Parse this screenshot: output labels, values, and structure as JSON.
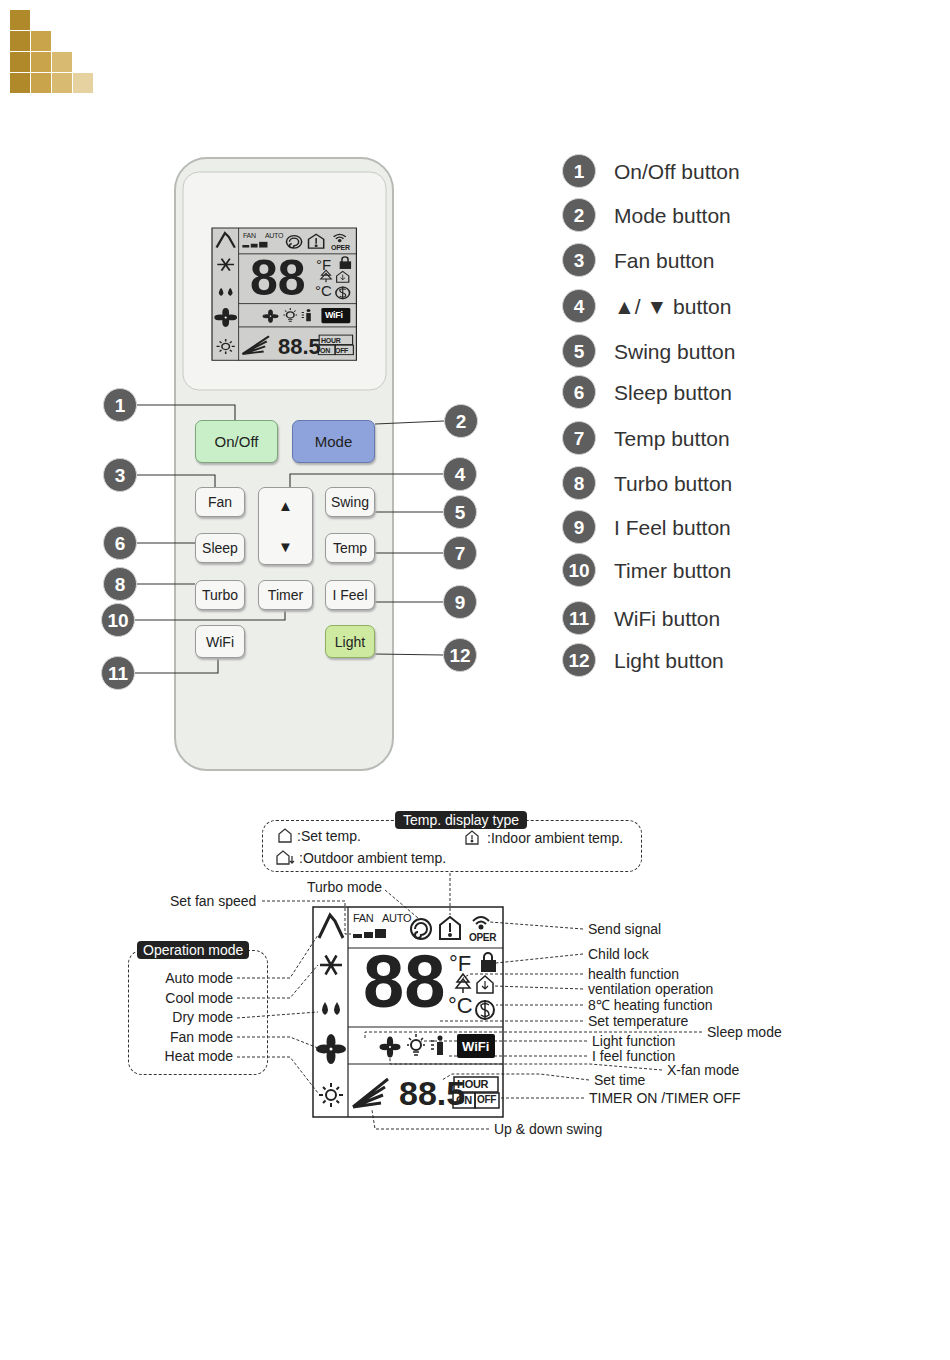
{
  "diagram": {
    "nodes": [
      {
        "text": [
          "On/Off"
        ]
      },
      {
        "text": [
          "Mode"
        ]
      },
      {
        "text": [
          "Fan"
        ]
      },
      {
        "text": [
          "▲",
          "▼"
        ]
      },
      {
        "text": [
          "Swing"
        ]
      },
      {
        "text": [
          "Sleep"
        ]
      },
      {
        "text": [
          "Temp"
        ]
      },
      {
        "text": [
          "Turbo"
        ]
      },
      {
        "text": [
          "Timer"
        ]
      },
      {
        "text": [
          "I Feel"
        ]
      },
      {
        "text": [
          "WiFi"
        ]
      },
      {
        "text": [
          "Light"
        ]
      },
      {
        "text": [
          "1"
        ]
      },
      {
        "text": [
          "2"
        ]
      },
      {
        "text": [
          "3"
        ]
      },
      {
        "text": [
          "4"
        ]
      },
      {
        "text": [
          "5"
        ]
      },
      {
        "text": [
          "6"
        ]
      },
      {
        "text": [
          "7"
        ]
      },
      {
        "text": [
          "8"
        ]
      },
      {
        "text": [
          "9"
        ]
      },
      {
        "text": [
          "10"
        ]
      },
      {
        "text": [
          "11"
        ]
      },
      {
        "text": [
          "12"
        ]
      },
      {
        "text": [
          "1",
          "On/Off button"
        ]
      },
      {
        "text": [
          "2",
          "Mode button"
        ]
      },
      {
        "text": [
          "3",
          "Fan button"
        ]
      },
      {
        "text": [
          "4",
          "▲/ ▼ button"
        ]
      },
      {
        "text": [
          "5",
          "Swing button"
        ]
      },
      {
        "text": [
          "6",
          "Sleep button"
        ]
      },
      {
        "text": [
          "7",
          "Temp button"
        ]
      },
      {
        "text": [
          "8",
          "Turbo button"
        ]
      },
      {
        "text": [
          "9",
          "I Feel button"
        ]
      },
      {
        "text": [
          "10",
          "Timer button"
        ]
      },
      {
        "text": [
          "11",
          "WiFi button"
        ]
      },
      {
        "text": [
          "12",
          "Light button"
        ]
      },
      {
        "text": [
          "Temp. display type",
          ":Set temp.",
          ":Indoor ambient temp.",
          ":Outdoor ambient temp."
        ]
      },
      {
        "text": [
          "Operation mode",
          "Auto mode",
          "Cool mode",
          "Dry mode",
          "Fan mode",
          "Heat mode"
        ]
      }
    ],
    "edges": [
      {
        "from": 12,
        "to": 0,
        "arrow": "none"
      },
      {
        "from": 13,
        "to": 1,
        "arrow": "none"
      },
      {
        "from": 14,
        "to": 2,
        "arrow": "none"
      },
      {
        "from": 15,
        "to": 3,
        "arrow": "none"
      },
      {
        "from": 16,
        "to": 4,
        "arrow": "none"
      },
      {
        "from": 17,
        "to": 5,
        "arrow": "none"
      },
      {
        "from": 18,
        "to": 6,
        "arrow": "none"
      },
      {
        "from": 19,
        "to": 7,
        "arrow": "none"
      },
      {
        "from": 20,
        "to": 9,
        "arrow": "none"
      },
      {
        "from": 21,
        "to": 8,
        "arrow": "none"
      },
      {
        "from": 22,
        "to": 10,
        "arrow": "none"
      },
      {
        "from": 23,
        "to": 11,
        "arrow": "none"
      }
    ],
    "labels": [
      "FAN",
      "AUTO",
      "OPER",
      "88",
      "°F",
      "°C",
      "WiFi",
      "88.5",
      "HOUR",
      "ON",
      "OFF",
      "FAN",
      "AUTO",
      "OPER",
      "88",
      "°F",
      "°C",
      "WiFi",
      "88.5",
      "HOUR",
      "ON",
      "OFF",
      "Set fan speed",
      "Turbo mode",
      "Send signal",
      "Child lock",
      "health function",
      "ventilation operation",
      "8℃ heating function",
      "Set temperature",
      "Sleep mode",
      "Light function",
      "I feel function",
      "X-fan mode",
      "Set time",
      "TIMER ON /TIMER OFF",
      "Up & down swing"
    ]
  }
}
